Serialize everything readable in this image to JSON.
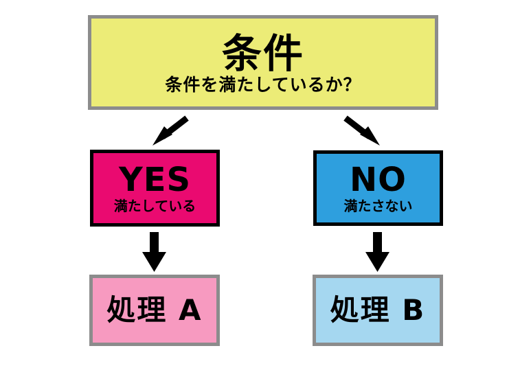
{
  "diagram": {
    "type": "flowchart",
    "background_color": "#ffffff",
    "condition": {
      "title": "条件",
      "subtitle": "条件を満たしているか？",
      "fill_color": "#ecec77",
      "border_color": "#8c8c8c"
    },
    "branches": [
      {
        "id": "yes",
        "title": "YES",
        "subtitle": "満たしている",
        "fill_color": "#ea0a70",
        "border_color": "#000000"
      },
      {
        "id": "no",
        "title": "NO",
        "subtitle": "満たさない",
        "fill_color": "#2e9fde",
        "border_color": "#000000"
      }
    ],
    "processes": [
      {
        "id": "process-a",
        "title": "処理 A",
        "fill_color": "#f79ac0",
        "border_color": "#8c8c8c"
      },
      {
        "id": "process-b",
        "title": "処理 B",
        "fill_color": "#a5d7f0",
        "border_color": "#8c8c8c"
      }
    ],
    "connectors": [
      {
        "id": "condition-to-yes",
        "label": "",
        "direction": "down-left",
        "color": "#000000"
      },
      {
        "id": "condition-to-no",
        "label": "",
        "direction": "down-right",
        "color": "#000000"
      },
      {
        "id": "yes-to-process-a",
        "label": "",
        "direction": "down",
        "color": "#000000"
      },
      {
        "id": "no-to-process-b",
        "label": "",
        "direction": "down",
        "color": "#000000"
      }
    ]
  }
}
